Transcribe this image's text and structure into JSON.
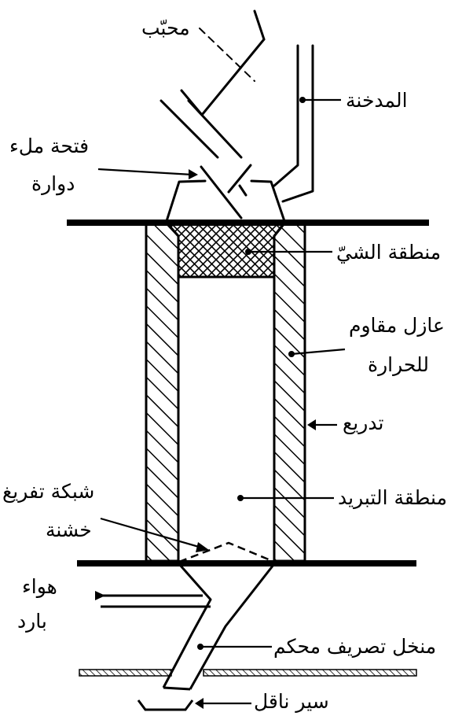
{
  "labels": {
    "sifter": "محبّب",
    "chimney": "المدخنة",
    "fill_opening_1": "فتحة ملء",
    "fill_opening_2": "دوارة",
    "roasting_zone": "منطقة الشيّ",
    "insulator_1": "عازل مقاوم",
    "insulator_2": "للحرارة",
    "lining": "تدريع",
    "cooling_zone": "منطقة التبريد",
    "grate_1": "شبكة تفريغ",
    "grate_2": "خشنة",
    "cold_air_1": "هواء",
    "cold_air_2": "بارد",
    "discharge_sieve": "منخل تصريف محكم",
    "conveyor_belt": "سير ناقل"
  },
  "colors": {
    "ink": "#000000",
    "paper": "#ffffff"
  }
}
